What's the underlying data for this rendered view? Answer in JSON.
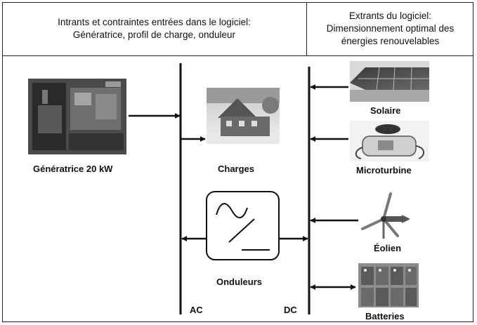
{
  "header": {
    "left_line1": "Intrants et contraintes entrées dans le logiciel:",
    "left_line2": "Génératrice, profil de charge,  onduleur",
    "right_line1": "Extrants du logiciel:",
    "right_line2": "Dimensionnement optimal des",
    "right_line3": "énergies renouvelables"
  },
  "components": {
    "generator": "Génératrice 20 kW",
    "loads": "Charges",
    "inverters": "Onduleurs",
    "solar": "Solaire",
    "microturbine": "Microturbine",
    "wind": "Éolien",
    "batteries": "Batteries"
  },
  "buses": {
    "ac": "AC",
    "dc": "DC"
  }
}
